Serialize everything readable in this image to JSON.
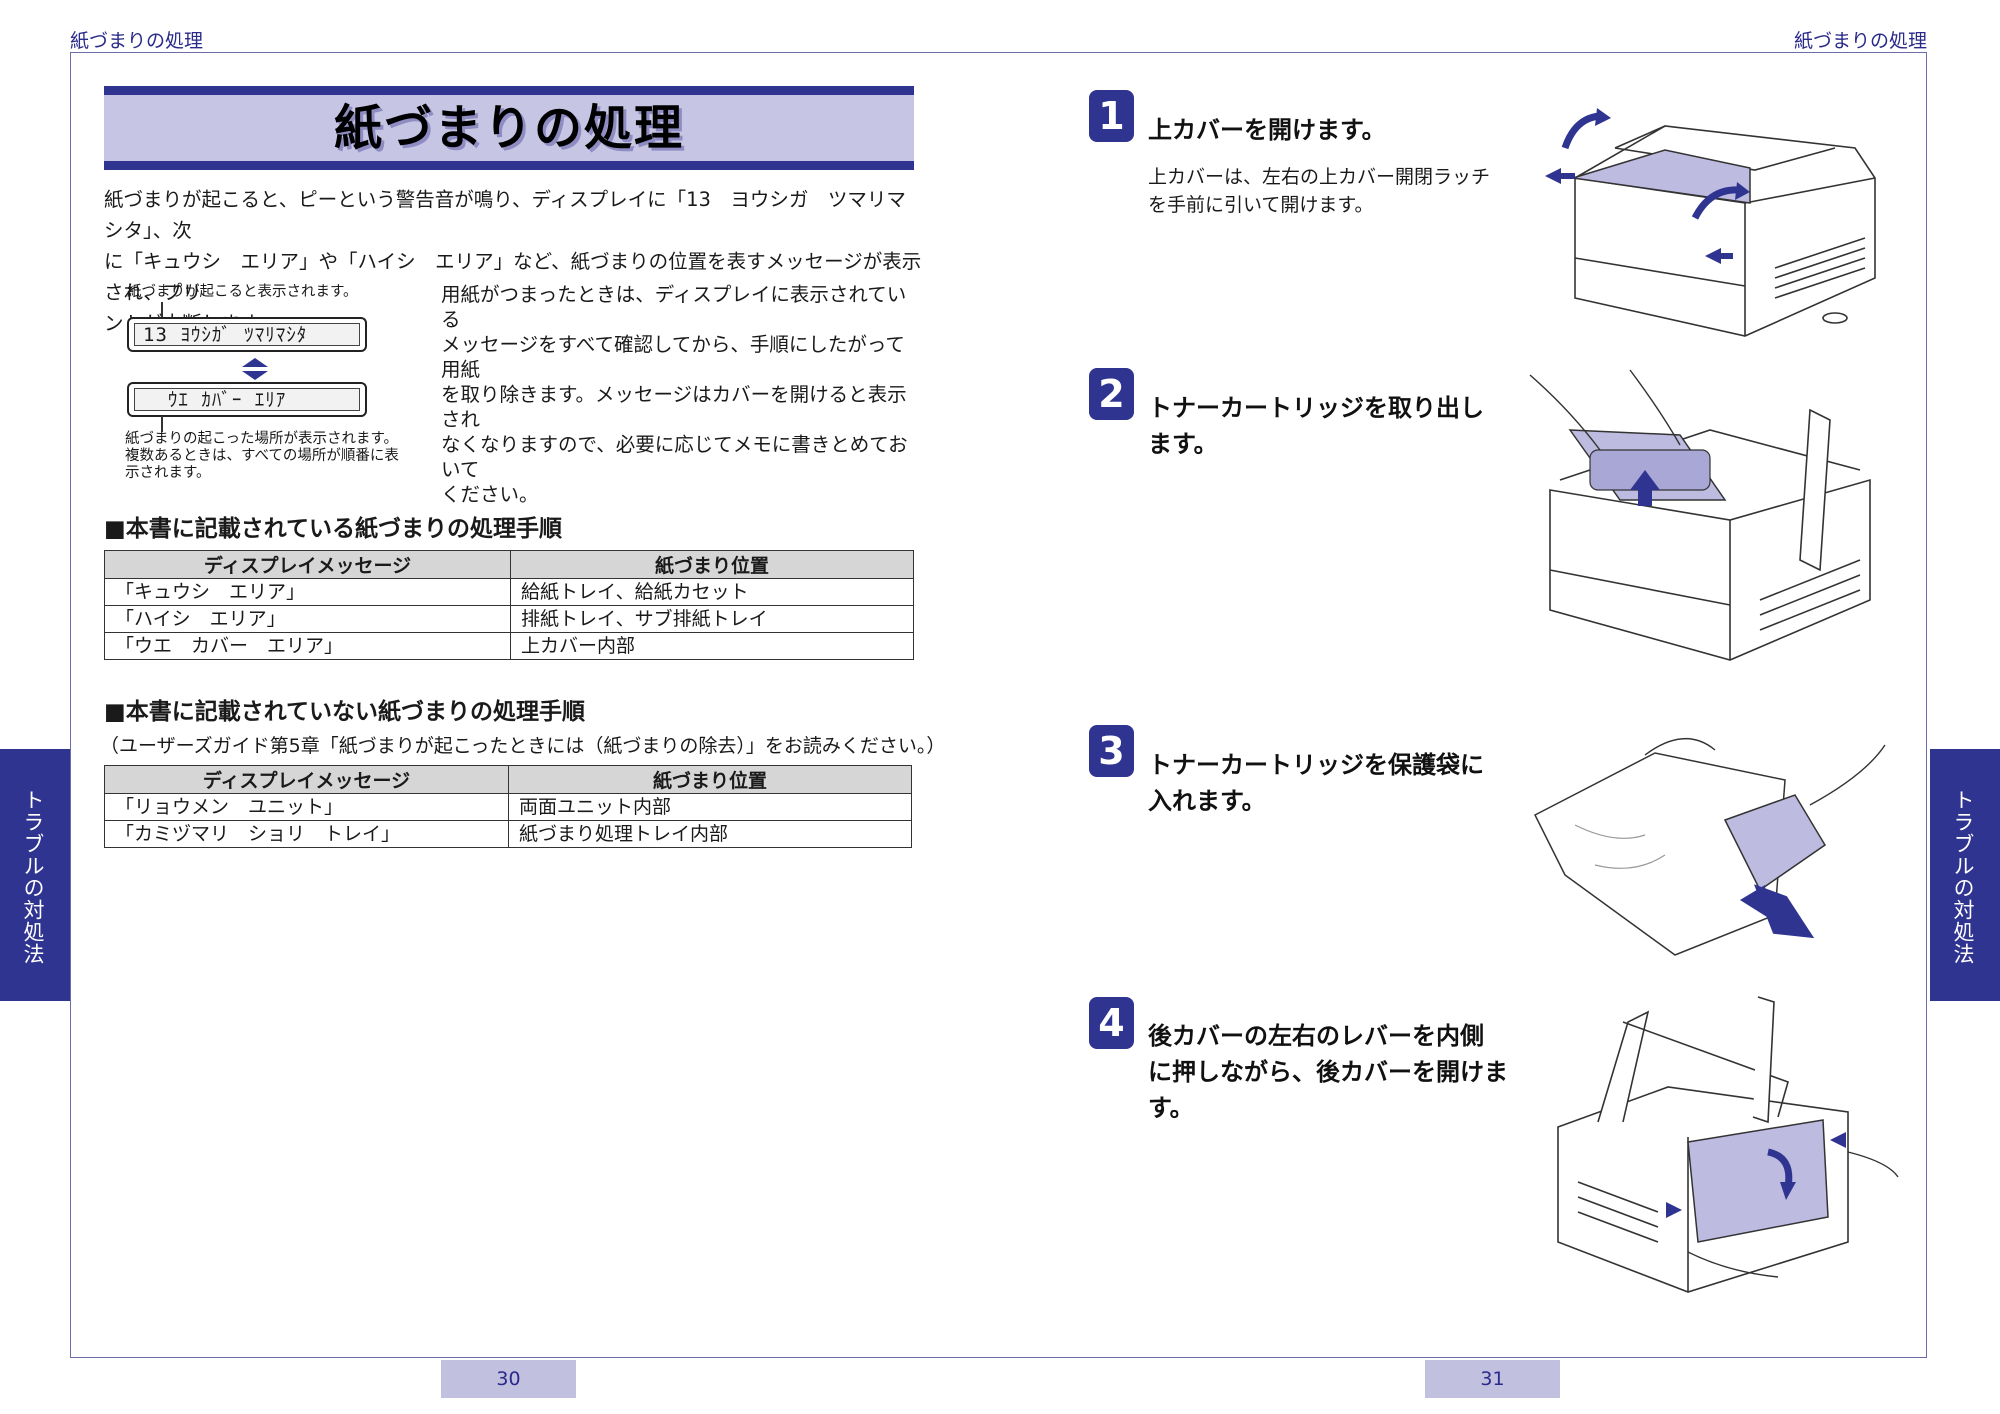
{
  "header": {
    "left": "紙づまりの処理",
    "right": "紙づまりの処理"
  },
  "side_tab": {
    "left": "トラブルの対処法",
    "right": "トラブルの対処法"
  },
  "title": "紙づまりの処理",
  "intro": {
    "line1": "紙づまりが起こると、ピーという警告音が鳴り、ディスプレイに「13　ヨウシガ　ツマリマシタ」、次",
    "line2": "に「キュウシ　エリア」や「ハイシ　エリア」など、紙づまりの位置を表すメッセージが表示され、プリ",
    "line3": "ントが中断します。"
  },
  "display_figure": {
    "caption_top": "紙づまりが起こると表示されます。",
    "lcd1": "13 ﾖｳｼｶﾞ ﾂﾏﾘﾏｼﾀ",
    "lcd2": "  ｳｴ ｶﾊﾞｰ ｴﾘｱ",
    "caption_bottom_1": "紙づまりの起こった場所が表示されます。",
    "caption_bottom_2": "複数あるときは、すべての場所が順番に表",
    "caption_bottom_3": "示されます。"
  },
  "side_note": {
    "line1": "用紙がつまったときは、ディスプレイに表示されている",
    "line2": "メッセージをすべて確認してから、手順にしたがって用紙",
    "line3": "を取り除きます。メッセージはカバーを開けると表示され",
    "line4": "なくなりますので、必要に応じてメモに書きとめておいて",
    "line5": "ください。"
  },
  "section1": {
    "heading": "■本書に記載されている紙づまりの処理手順",
    "col1": "ディスプレイメッセージ",
    "col2": "紙づまり位置",
    "rows": [
      [
        "「キュウシ　エリア」",
        "給紙トレイ、給紙カセット"
      ],
      [
        "「ハイシ　エリア」",
        "排紙トレイ、サブ排紙トレイ"
      ],
      [
        "「ウエ　カバー　エリア」",
        "上カバー内部"
      ]
    ]
  },
  "section2": {
    "heading": "■本書に記載されていない紙づまりの処理手順",
    "note": "（ユーザーズガイド第5章「紙づまりが起こったときには（紙づまりの除去）」をお読みください。）",
    "col1": "ディスプレイメッセージ",
    "col2": "紙づまり位置",
    "rows": [
      [
        "「リョウメン　ユニット」",
        "両面ユニット内部"
      ],
      [
        "「カミヅマリ　ショリ　トレイ」",
        "紙づまり処理トレイ内部"
      ]
    ]
  },
  "steps": [
    {
      "num": "1",
      "lines": [
        "上カバーを開けます。"
      ],
      "sub": [
        "上カバーは、左右の上カバー開閉ラッチ",
        "を手前に引いて開けます。"
      ]
    },
    {
      "num": "2",
      "lines": [
        "トナーカートリッジを取り出し",
        "ます。"
      ]
    },
    {
      "num": "3",
      "lines": [
        "トナーカートリッジを保護袋に",
        "入れます。"
      ]
    },
    {
      "num": "4",
      "lines": [
        "後カバーの左右のレバーを内側",
        "に押しながら、後カバーを開けま",
        "す。"
      ]
    }
  ],
  "page_numbers": {
    "left": "30",
    "right": "31"
  },
  "colors": {
    "accent": "#303491",
    "band": "#c6c5e3",
    "table_header": "#d6d6d6"
  }
}
